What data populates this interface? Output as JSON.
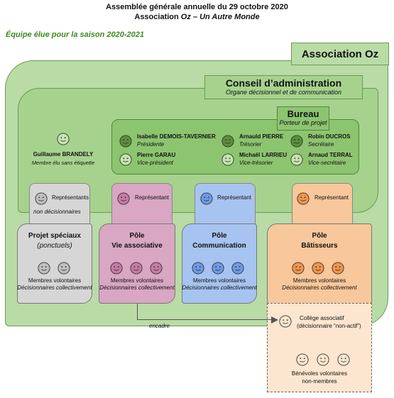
{
  "header": {
    "line1": "Assemblée générale annuelle du 29 octobre 2020",
    "line2_prefix": "Association ",
    "line2_italic": "Oz – Un Autre Monde",
    "subtitle": "Équipe élue pour la saison 2020-2021"
  },
  "association": {
    "title": "Association Oz"
  },
  "conseil": {
    "title": "Conseil d’administration",
    "subtitle": "Organe décisionnel et de communication"
  },
  "bureau": {
    "title": "Bureau",
    "subtitle": "Porteur de projet",
    "members": [
      {
        "name": "Isabelle DEMOIS-TAVERNIER",
        "role": "Présidente",
        "face": "dark"
      },
      {
        "name": "Arnauld PIERRE",
        "role": "Trésorier",
        "face": "dark"
      },
      {
        "name": "Robin DUCROS",
        "role": "Secrétaire",
        "face": "dark"
      },
      {
        "name": "Pierre GARAU",
        "role": "Vice-président",
        "face": "light"
      },
      {
        "name": "Michaël LARRIEU",
        "role": "Vice-trésorier",
        "face": "light"
      },
      {
        "name": "Arnaud TERRAL",
        "role": "Vice-secrétaire",
        "face": "light"
      }
    ]
  },
  "guillaume": {
    "name": "Guillaume BRANDELY",
    "role": "Membre élu sans étiquette"
  },
  "representants": {
    "projets": {
      "label": "Représentants",
      "sublabel": "non décisionnaires"
    },
    "vie": {
      "label": "Représentant"
    },
    "communication": {
      "label": "Représentant"
    },
    "batisseurs": {
      "label": "Représentant"
    }
  },
  "poles": {
    "projets": {
      "title": "Projet spéciaux",
      "subtitle": "(ponctuels)",
      "members": "Membres volontaires",
      "decision": "Décisionnaires collectivement"
    },
    "vie": {
      "title": "Pôle",
      "title2": "Vie associative",
      "members": "Membres volontaires",
      "decision": "Décisionnaires collectivement"
    },
    "communication": {
      "title": "Pôle",
      "title2": "Communication",
      "members": "Membres volontaires",
      "decision": "Décisionnaires collectivement"
    },
    "batisseurs": {
      "title": "Pôle",
      "title2": "Bâtisseurs",
      "members": "Membres volontaires",
      "decision": "Décisionnaires collectivement"
    }
  },
  "encadre": {
    "label": "encadre"
  },
  "college": {
    "title": "Collège associatif",
    "subtitle": "(décisionnaire “non-actif”)"
  },
  "benevoles": {
    "line1": "Bénévoles volontaires",
    "line2": "non-membres"
  },
  "colors": {
    "green_outer": "#b9dba6",
    "green_mid": "#a6d28e",
    "green_inner": "#8dc470",
    "green_bureau": "#6fad4f",
    "header_green": "#3a8a1f",
    "grey": "#d6d6d6",
    "pink": "#d9a6c4",
    "blue": "#a7c4f0",
    "orange": "#f8c79b",
    "peach": "#fde6cf",
    "face_yellow": "#f3c56b",
    "face_dark": "#5a8f3a",
    "face_light": "#c7e3ae",
    "face_pink": "#c77aa6",
    "face_blue": "#6f9ae6",
    "face_orange": "#f2954a",
    "face_grey": "#bfbfbf"
  }
}
